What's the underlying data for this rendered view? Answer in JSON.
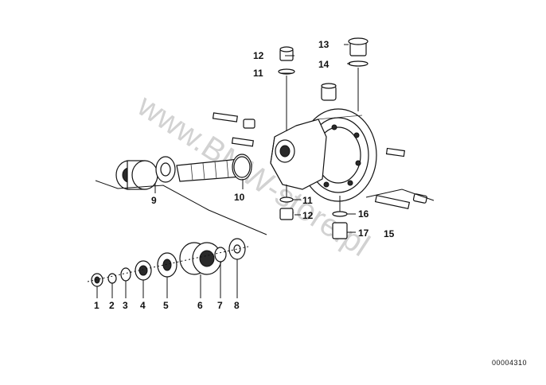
{
  "callouts": [
    {
      "id": "1",
      "label": "1"
    },
    {
      "id": "2",
      "label": "2"
    },
    {
      "id": "3",
      "label": "3"
    },
    {
      "id": "4",
      "label": "4"
    },
    {
      "id": "5",
      "label": "5"
    },
    {
      "id": "6",
      "label": "6"
    },
    {
      "id": "7",
      "label": "7"
    },
    {
      "id": "8",
      "label": "8"
    },
    {
      "id": "9",
      "label": "9"
    },
    {
      "id": "10",
      "label": "10"
    },
    {
      "id": "11a",
      "label": "11"
    },
    {
      "id": "11b",
      "label": "11"
    },
    {
      "id": "12a",
      "label": "12"
    },
    {
      "id": "12b",
      "label": "12"
    },
    {
      "id": "13",
      "label": "13"
    },
    {
      "id": "14",
      "label": "14"
    },
    {
      "id": "15",
      "label": "15"
    },
    {
      "id": "16",
      "label": "16"
    },
    {
      "id": "17",
      "label": "17"
    }
  ],
  "diagram_id": "00004310",
  "watermark": "www.BMW-store.pl"
}
